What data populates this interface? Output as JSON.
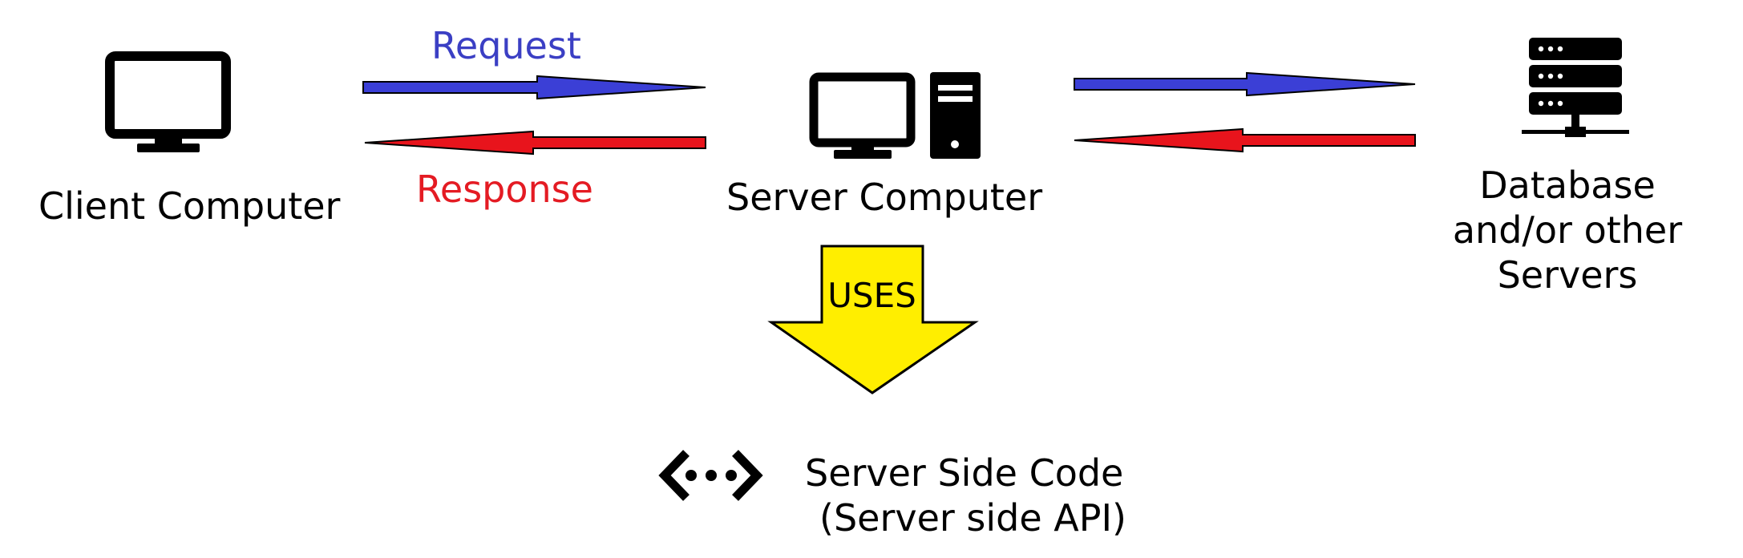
{
  "nodes": {
    "client": {
      "label": "Client Computer",
      "icon": "monitor-icon"
    },
    "server": {
      "label": "Server Computer",
      "icon": "desktop-tower-icon"
    },
    "database": {
      "label_lines": [
        "Database",
        "and/or other",
        "Servers"
      ],
      "icon": "server-rack-icon"
    },
    "code": {
      "label_lines": [
        "Server Side Code",
        "(Server side API)"
      ],
      "icon": "code-brackets-icon"
    }
  },
  "edges": {
    "request_label": "Request",
    "response_label": "Response",
    "uses_label": "USES"
  },
  "colors": {
    "request": "#3b3fd6",
    "response": "#e8141c",
    "uses_fill": "#ffee00",
    "request_text": "#3b3fc4",
    "response_text": "#e41b23"
  }
}
